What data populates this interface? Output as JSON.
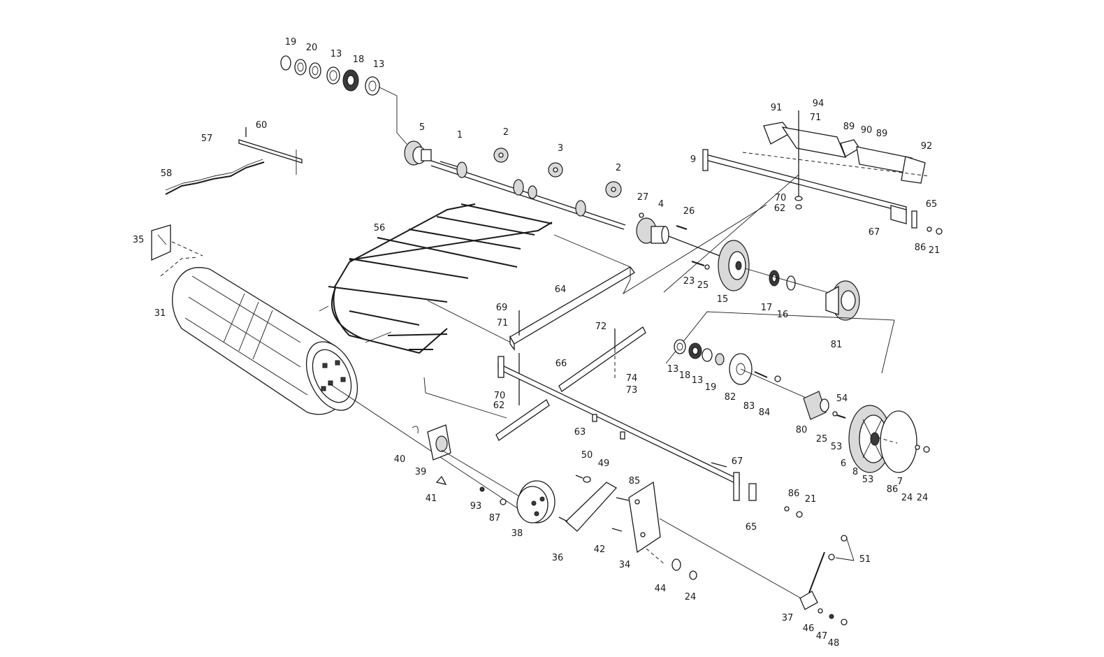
{
  "part_labels": [
    "1",
    "2",
    "2",
    "3",
    "4",
    "5",
    "6",
    "7",
    "8",
    "9",
    "13",
    "13",
    "13",
    "13",
    "15",
    "16",
    "17",
    "18",
    "18",
    "19",
    "19",
    "20",
    "21",
    "21",
    "23",
    "24",
    "24",
    "24",
    "25",
    "25",
    "26",
    "27",
    "31",
    "34",
    "35",
    "36",
    "37",
    "38",
    "39",
    "40",
    "41",
    "42",
    "44",
    "46",
    "47",
    "48",
    "49",
    "50",
    "51",
    "53",
    "53",
    "54",
    "56",
    "57",
    "58",
    "60",
    "62",
    "62",
    "63",
    "64",
    "65",
    "65",
    "66",
    "67",
    "67",
    "69",
    "70",
    "70",
    "71",
    "71",
    "72",
    "73",
    "74",
    "80",
    "81",
    "82",
    "83",
    "84",
    "85",
    "86",
    "86",
    "86",
    "87",
    "89",
    "89",
    "90",
    "91",
    "92",
    "93",
    "94"
  ]
}
